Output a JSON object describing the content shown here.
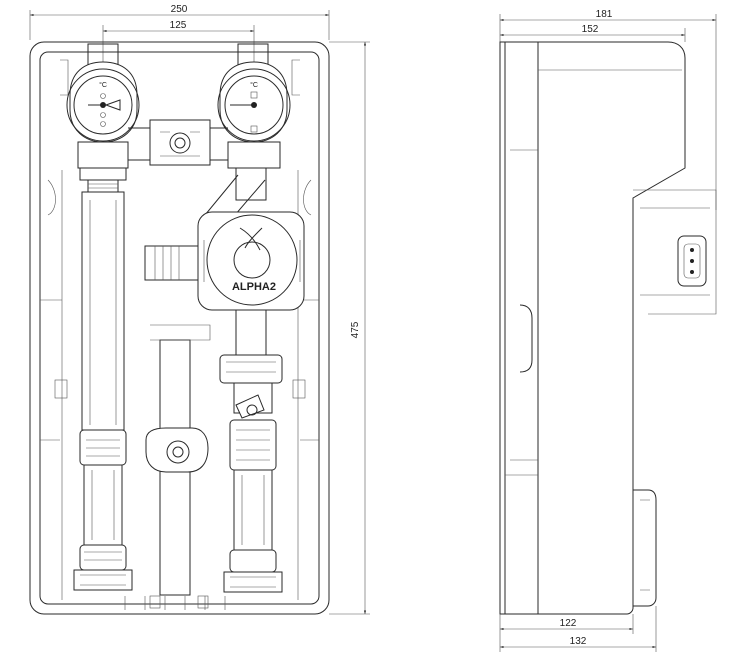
{
  "front_view": {
    "dim_total_width": "250",
    "dim_pipe_spacing": "125",
    "dim_height": "475",
    "pump_label": "ALPHA2",
    "thermometer_unit": "°C"
  },
  "side_view": {
    "dim_top_depth": "181",
    "dim_top_inner": "152",
    "dim_bottom_inner": "122",
    "dim_bottom_depth": "132"
  }
}
